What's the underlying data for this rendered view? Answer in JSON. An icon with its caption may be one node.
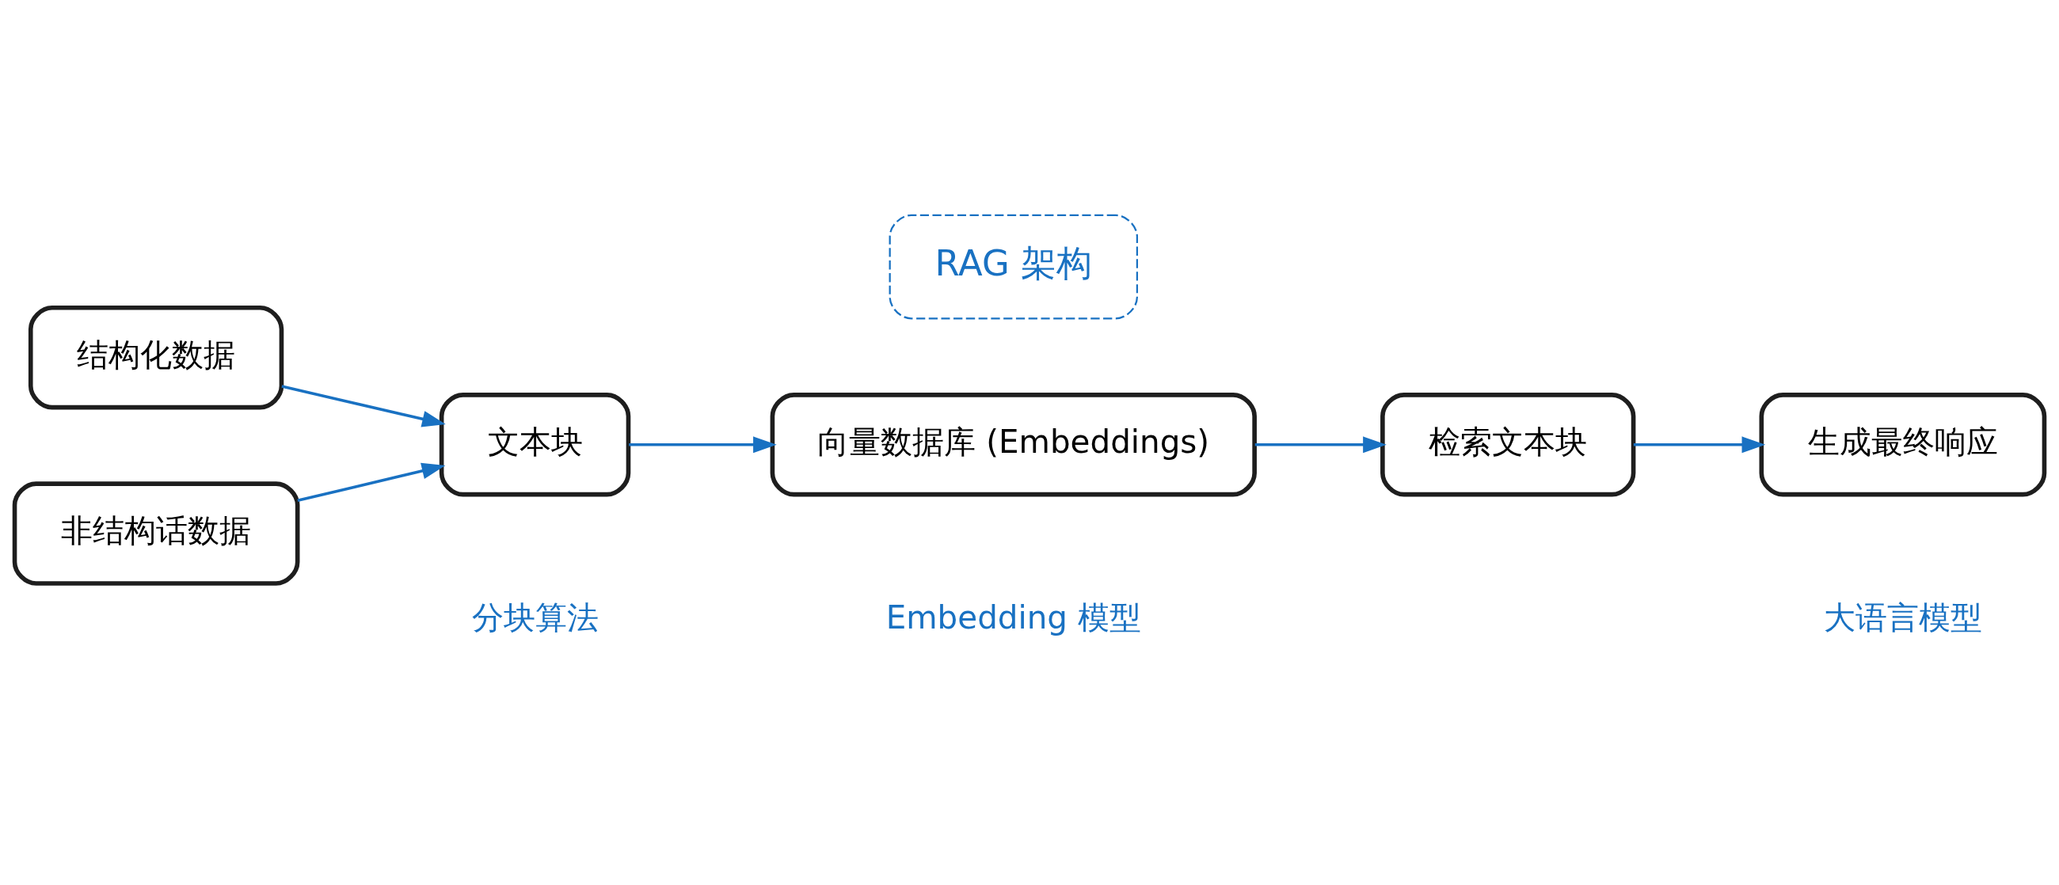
{
  "diagram": {
    "nodes": [
      {
        "text": [
          "RAG 架构"
        ]
      },
      {
        "text": [
          "结构化数据"
        ]
      },
      {
        "text": [
          "非结构话数据"
        ]
      },
      {
        "text": [
          "文本块"
        ]
      },
      {
        "text": [
          "向量数据库 (Embeddings)"
        ]
      },
      {
        "text": [
          "检索文本块"
        ]
      },
      {
        "text": [
          "生成最终响应"
        ]
      }
    ],
    "edges": [
      {
        "from": 1,
        "to": 3,
        "arrow": "to"
      },
      {
        "from": 2,
        "to": 3,
        "arrow": "to"
      },
      {
        "from": 3,
        "to": 4,
        "arrow": "to"
      },
      {
        "from": 4,
        "to": 5,
        "arrow": "to"
      },
      {
        "from": 5,
        "to": 6,
        "arrow": "to"
      }
    ],
    "labels": [
      "分块算法",
      "Embedding 模型",
      "大语言模型"
    ]
  }
}
